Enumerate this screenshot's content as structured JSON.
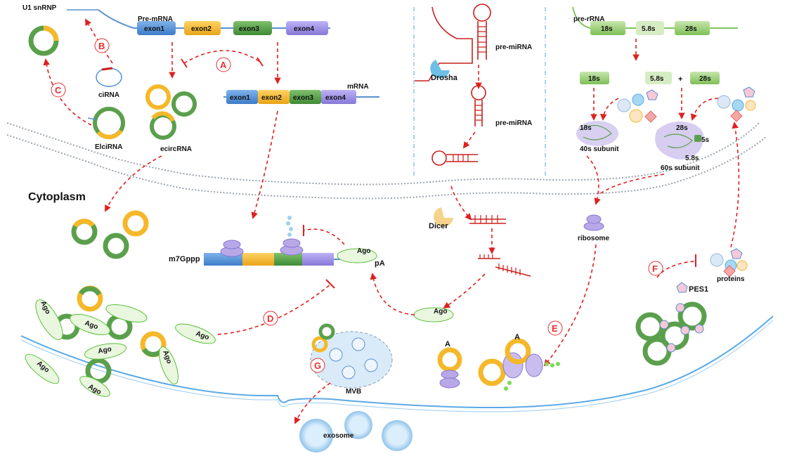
{
  "labels": {
    "u1_snrnp": "U1 snRNP",
    "pre_mrna": "Pre-mRNA",
    "exon1": "exon1",
    "exon2": "exon2",
    "exon3": "exon3",
    "exon4": "exon4",
    "mrna": "mRNA",
    "cirna": "ciRNA",
    "elcirna": "ElciRNA",
    "ecircrna": "ecircRNA",
    "cytoplasm": "Cytoplasm",
    "pre_mirna_top": "pre-miRNA",
    "drosha": "Drosha",
    "pre_mirna_mid": "pre-miRNA",
    "dicer": "Dicer",
    "ago": "Ago",
    "m7gppp": "m7Gppp",
    "pa": "pA",
    "pre_rrna": "pre-rRNA",
    "rrna_18s": "18s",
    "rrna_58s": "5.8s",
    "rrna_28s": "28s",
    "plus": "+",
    "subunit_40s": "40s subunit",
    "subunit_60s": "60s subunit",
    "rrna_5s": "5s",
    "ribosome": "ribosome",
    "proteins": "proteins",
    "pes1": "PES1",
    "mvb": "MVB",
    "exosome": "exosome",
    "a_label": "A"
  },
  "steps": {
    "a": "A",
    "b": "B",
    "c": "C",
    "d": "D",
    "e": "E",
    "f": "F",
    "g": "G"
  },
  "colors": {
    "exon1": "#4f8fd6",
    "exon2": "#f5b82a",
    "exon3": "#5aa04c",
    "exon4": "#9c8ee6",
    "arrow": "#e02020",
    "mirna": "#c8201c",
    "rrna_green": "#9ccf7a",
    "ago_fill": "#e9f7df",
    "ago_stroke": "#5bbf3a",
    "membrane": "#5aa9e6"
  }
}
